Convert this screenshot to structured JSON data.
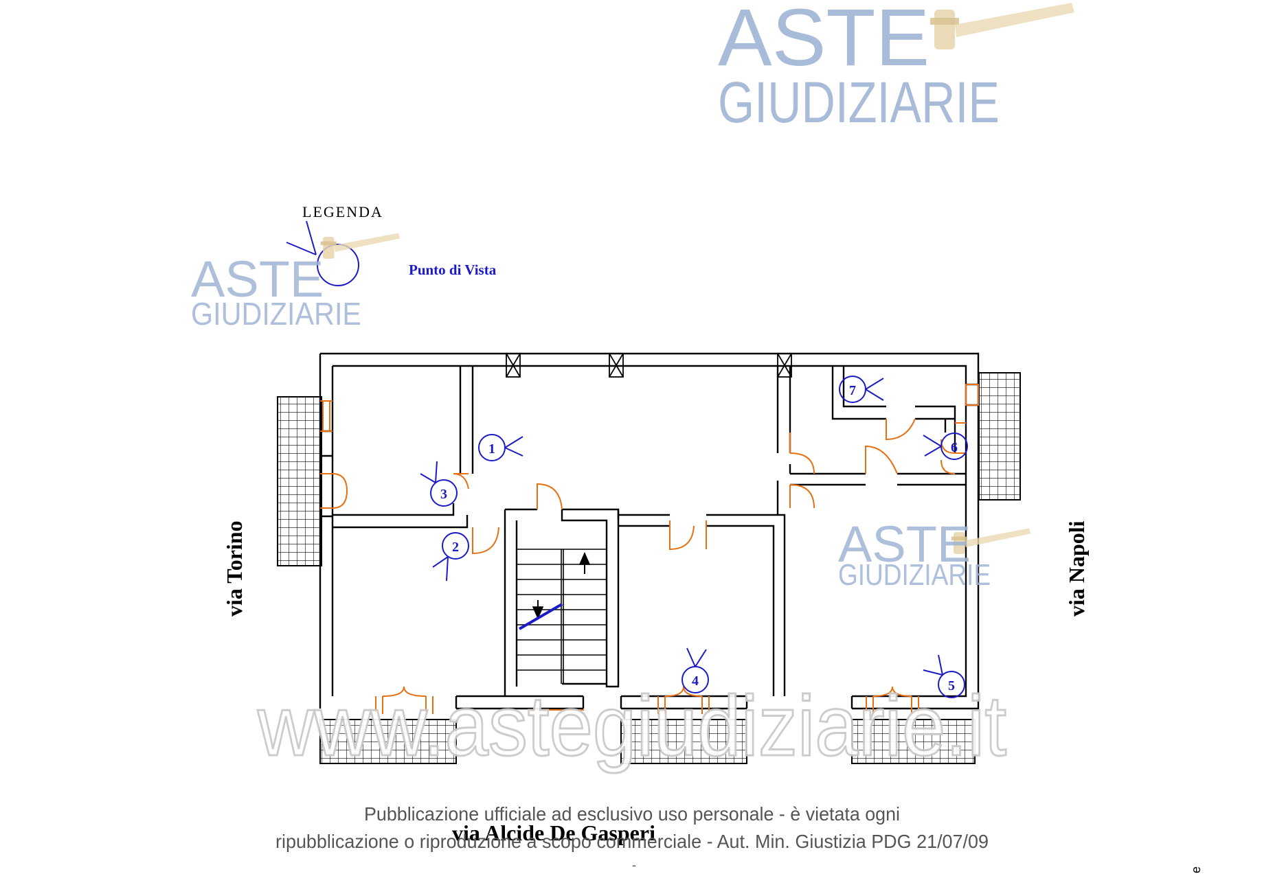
{
  "legend": {
    "title": "LEGENDA",
    "symbol_label": "Punto di Vista"
  },
  "streets": {
    "west": "via Torino",
    "east": "via Napoli",
    "south": "via Alcide De Gasperi"
  },
  "viewpoints": [
    "1",
    "2",
    "3",
    "4",
    "5",
    "6",
    "7"
  ],
  "watermark": {
    "logo_line1": "ASTE",
    "logo_line2": "GIUDIZIARIE",
    "url": "www.astegiudiziarie.it"
  },
  "footer": {
    "line1": "Pubblicazione ufficiale ad esclusivo uso personale - è vietata ogni",
    "line2": "ripubblicazione o riproduzione a scopo commerciale - Aut. Min. Giustizia PDG 21/07/09",
    "dash": "-",
    "side_mark": "e"
  },
  "colors": {
    "wall": "#000000",
    "door": "#e87010",
    "viewpoint": "#1a1ac8",
    "watermark": "#9fb4d4",
    "gavel": "#e0cfa8"
  }
}
